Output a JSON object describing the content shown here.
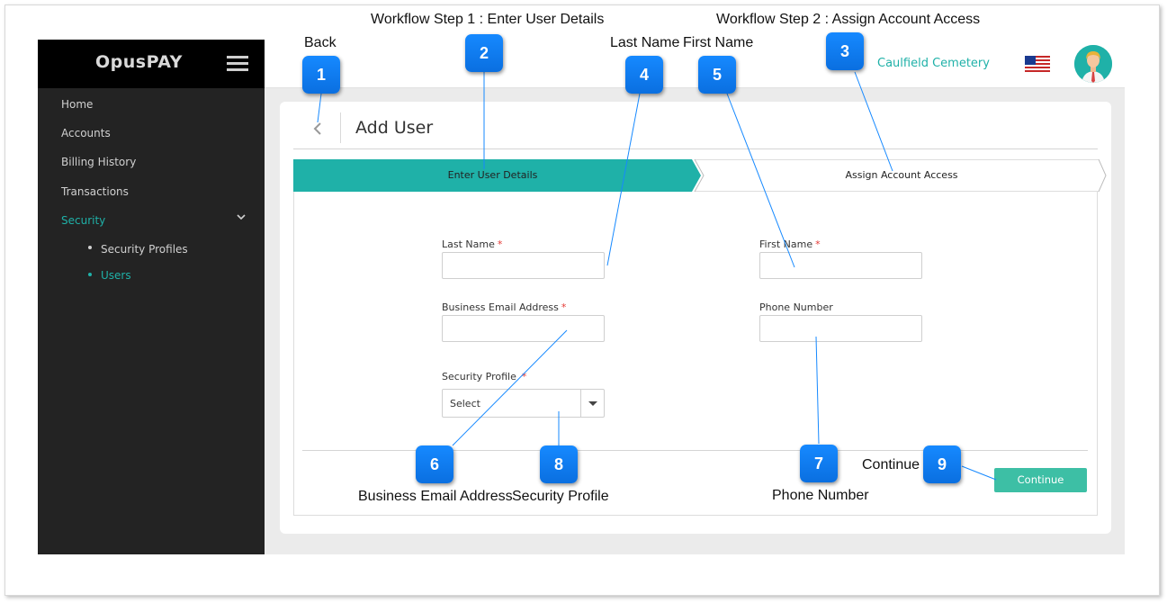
{
  "app": {
    "brand": "OpusPAY",
    "organization": "Caulfield Cemetery",
    "accent_color": "#1fb1a8"
  },
  "sidebar": {
    "items": [
      {
        "label": "Home"
      },
      {
        "label": "Accounts"
      },
      {
        "label": "Billing History"
      },
      {
        "label": "Transactions"
      },
      {
        "label": "Security",
        "active": true,
        "expanded": true
      }
    ],
    "subitems": [
      {
        "label": "Security Profiles"
      },
      {
        "label": "Users",
        "active": true
      }
    ]
  },
  "page": {
    "title": "Add User"
  },
  "steps": [
    {
      "label": "Enter User Details",
      "active": true
    },
    {
      "label": "Assign Account Access",
      "active": false
    }
  ],
  "form": {
    "last_name": {
      "label": "Last Name",
      "required": "*",
      "value": ""
    },
    "first_name": {
      "label": "First Name",
      "required": "*",
      "value": ""
    },
    "email": {
      "label": "Business Email Address",
      "required": "*",
      "value": ""
    },
    "phone": {
      "label": "Phone Number",
      "value": ""
    },
    "security_profile": {
      "label": "Security Profile",
      "required": "*",
      "value": "Select"
    },
    "continue_label": "Continue"
  },
  "annotations": {
    "back": {
      "number": "1",
      "label": "Back"
    },
    "step1": {
      "number": "2",
      "label": "Workflow Step 1 : Enter User Details"
    },
    "step2": {
      "number": "3",
      "label": "Workflow Step 2 : Assign Account Access"
    },
    "last_name": {
      "number": "4",
      "label": "Last Name"
    },
    "first_name": {
      "number": "5",
      "label": "First Name"
    },
    "email": {
      "number": "6",
      "label": "Business Email Address"
    },
    "phone": {
      "number": "7",
      "label": "Phone Number"
    },
    "security_profile": {
      "number": "8",
      "label": "Security Profile"
    },
    "continue": {
      "number": "9",
      "label": "Continue"
    }
  }
}
